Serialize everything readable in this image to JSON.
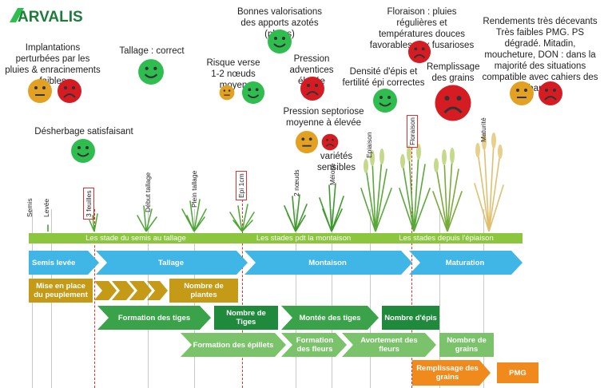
{
  "logo": {
    "text": "ARVALIS"
  },
  "colors": {
    "green_face": "#2ebd4e",
    "orange_face": "#e3a123",
    "red_face": "#d41c22",
    "band": "#8cc63f",
    "blue": "#3fb6e6",
    "dark_green": "#1f8a3c",
    "mid_green": "#3aa34a",
    "light_green": "#7ac36a",
    "gold": "#c49a17",
    "orange": "#f08a1c",
    "red_line": "#e03030"
  },
  "notes": {
    "implantation": "Implantations perturbées par les pluies & enracinements faibles",
    "tallage": "Tallage : correct",
    "desherbage": "Désherbage satisfaisant",
    "verse": "Risque verse 1-2 nœuds moyen",
    "azote": "Bonnes valorisations des apports azotés (pluies)",
    "adventices": "Pression adventices élevée",
    "septoriose": "Pression septoriose moyenne à élevée",
    "varietes": "variétés sensibles",
    "densite": "Densité d'épis et fertilité épi correctes",
    "floraison_note": "Floraison : pluies régulières et températures douces favorables aux fusarioses",
    "remplissage": "Remplissage des grains",
    "rendements": "Rendements très décevants Très faibles PMG. PS dégradé. Mitadin, moucheture, DON : dans la majorité des situations compatible avec cahiers des charges"
  },
  "stages": {
    "semis": "Semis",
    "levee": "Levée",
    "trois_feuilles": "3 feuilles",
    "debut_tallage": "Début tallage",
    "plein_tallage": "Plein tallage",
    "epi1cm": "Epi 1cm",
    "deux_noeuds": "2 nœuds",
    "meiose": "Méiose",
    "epiaison": "Epiaison",
    "floraison": "Floraison",
    "maturite": "Maturité"
  },
  "bands": {
    "b1": "Les stade du semis au tallage",
    "b2": "Les stades pdt la montaison",
    "b3": "Les stades depuis l'épiaison"
  },
  "phases": {
    "semis_levee": "Semis levée",
    "tallage": "Tallage",
    "montaison": "Montaison",
    "maturation": "Maturation"
  },
  "boxes": {
    "mise_en_place": "Mise en place du peuplement",
    "nombre_plantes": "Nombre de plantes",
    "formation_tiges": "Formation des tiges",
    "nombre_tiges": "Nombre de Tiges",
    "montee_tiges": "Montée des tiges",
    "nombre_epis": "Nombre d'épis",
    "formation_epillets": "Formation des épillets",
    "formation_fleurs": "Formation des fleurs",
    "avortement_fleurs": "Avortement des fleurs",
    "nombre_grains": "Nombre de grains",
    "remplissage_grains": "Remplissage des grains",
    "pmg": "PMG"
  }
}
